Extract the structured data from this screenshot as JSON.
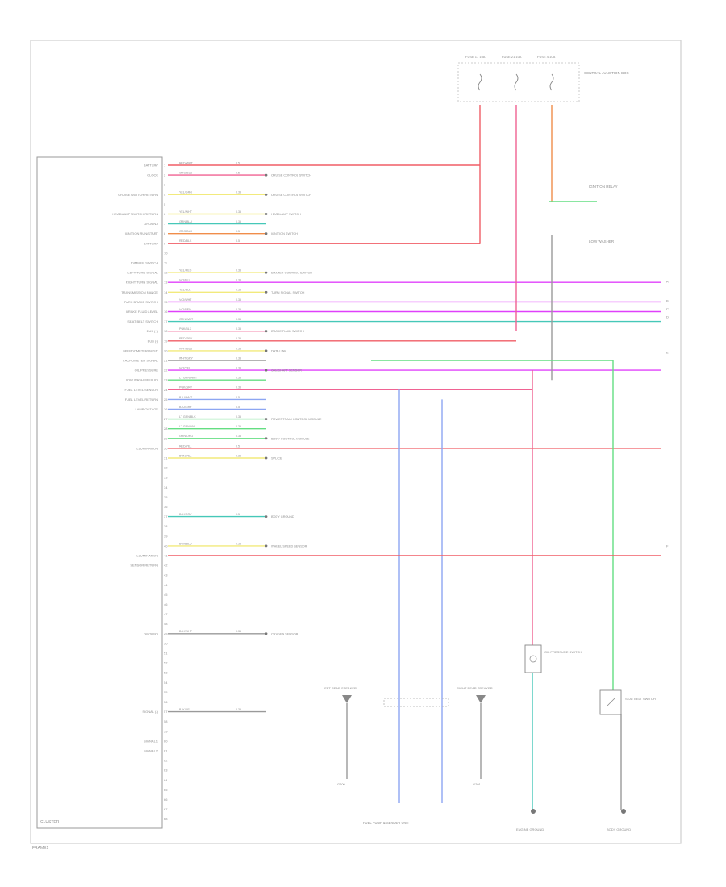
{
  "colors": {
    "border": "#cfcfcf",
    "text": "#8c8c8c",
    "red": "#f05d66",
    "pink": "#f06292",
    "yellow": "#f2ea7c",
    "magenta": "#e040fb",
    "teal": "#46c8b8",
    "orange": "#f08d4a",
    "green": "#64de82",
    "blue": "#8da6f2",
    "gray": "#9a9a9a"
  },
  "module": {
    "title": "CLUSTER",
    "footer_ref": "FRAME1"
  },
  "pins": [
    {
      "n": "1",
      "label": "BATTERY"
    },
    {
      "n": "2",
      "label": "CLOCK"
    },
    {
      "n": "3",
      "label": ""
    },
    {
      "n": "4",
      "label": "CRUISE SWITCH RETURN"
    },
    {
      "n": "5",
      "label": ""
    },
    {
      "n": "6",
      "label": "HEADLAMP SWITCH RETURN"
    },
    {
      "n": "7",
      "label": "GROUND"
    },
    {
      "n": "8",
      "label": "IGNITION RUN/START"
    },
    {
      "n": "9",
      "label": "BATTERY"
    },
    {
      "n": "10",
      "label": ""
    },
    {
      "n": "11",
      "label": "DIMMER SWITCH"
    },
    {
      "n": "12",
      "label": "LEFT TURN SIGNAL"
    },
    {
      "n": "13",
      "label": "RIGHT TURN SIGNAL"
    },
    {
      "n": "14",
      "label": "TRANSMISSION RANGE"
    },
    {
      "n": "15",
      "label": "PARK BRAKE SWITCH"
    },
    {
      "n": "16",
      "label": "BRAKE FLUID LEVEL"
    },
    {
      "n": "17",
      "label": "SEAT BELT SWITCH"
    },
    {
      "n": "18",
      "label": "BUS (+)"
    },
    {
      "n": "19",
      "label": "BUS (-)"
    },
    {
      "n": "20",
      "label": "SPEEDOMETER INPUT"
    },
    {
      "n": "21",
      "label": "TACHOMETER SIGNAL"
    },
    {
      "n": "22",
      "label": "OIL PRESSURE"
    },
    {
      "n": "23",
      "label": "LOW WASHER FLUID"
    },
    {
      "n": "24",
      "label": "FUEL LEVEL SENSOR"
    },
    {
      "n": "25",
      "label": "FUEL LEVEL RETURN"
    },
    {
      "n": "26",
      "label": "LAMP OUTAGE"
    },
    {
      "n": "27",
      "label": ""
    },
    {
      "n": "28",
      "label": ""
    },
    {
      "n": "29",
      "label": ""
    },
    {
      "n": "30",
      "label": "ILLUMINATION"
    },
    {
      "n": "31",
      "label": ""
    },
    {
      "n": "32",
      "label": ""
    },
    {
      "n": "33",
      "label": ""
    },
    {
      "n": "34",
      "label": ""
    },
    {
      "n": "35",
      "label": ""
    },
    {
      "n": "36",
      "label": ""
    },
    {
      "n": "37",
      "label": ""
    },
    {
      "n": "38",
      "label": ""
    },
    {
      "n": "39",
      "label": ""
    },
    {
      "n": "40",
      "label": ""
    },
    {
      "n": "41",
      "label": "ILLUMINATION"
    },
    {
      "n": "42",
      "label": "SENSOR RETURN"
    },
    {
      "n": "43",
      "label": ""
    },
    {
      "n": "44",
      "label": ""
    },
    {
      "n": "45",
      "label": ""
    },
    {
      "n": "46",
      "label": ""
    },
    {
      "n": "47",
      "label": ""
    },
    {
      "n": "48",
      "label": ""
    },
    {
      "n": "49",
      "label": "GROUND"
    },
    {
      "n": "50",
      "label": ""
    },
    {
      "n": "51",
      "label": ""
    },
    {
      "n": "52",
      "label": ""
    },
    {
      "n": "53",
      "label": ""
    },
    {
      "n": "54",
      "label": ""
    },
    {
      "n": "55",
      "label": ""
    },
    {
      "n": "56",
      "label": ""
    },
    {
      "n": "57",
      "label": "SIGNAL (-)"
    },
    {
      "n": "58",
      "label": ""
    },
    {
      "n": "59",
      "label": ""
    },
    {
      "n": "60",
      "label": "SIGNAL 1"
    },
    {
      "n": "61",
      "label": "SIGNAL 2"
    },
    {
      "n": "62",
      "label": ""
    },
    {
      "n": "63",
      "label": ""
    },
    {
      "n": "64",
      "label": ""
    },
    {
      "n": "65",
      "label": ""
    },
    {
      "n": "66",
      "label": ""
    },
    {
      "n": "67",
      "label": ""
    },
    {
      "n": "68",
      "label": ""
    }
  ],
  "wires": [
    {
      "color": "red",
      "code": "RED/WHT",
      "gauge": "0.5",
      "dest": ""
    },
    {
      "color": "pink",
      "code": "ORG/BLU",
      "gauge": "0.5",
      "dest": "CRUISE CONTROL SWITCH"
    },
    {
      "color": "yellow",
      "code": "YEL/GRN",
      "gauge": "0.35",
      "dest": "CRUISE CONTROL SWITCH"
    },
    {
      "color": "yellow",
      "code": "YEL/WHT",
      "gauge": "0.35",
      "dest": "HEADLAMP SWITCH"
    },
    {
      "color": "teal",
      "code": "GRN/BLU",
      "gauge": "0.35",
      "dest": ""
    },
    {
      "color": "orange",
      "code": "ORG/BLK",
      "gauge": "0.5",
      "dest": "IGNITION SWITCH"
    },
    {
      "color": "red",
      "code": "RED/BLK",
      "gauge": "0.5",
      "dest": ""
    },
    {
      "color": "yellow",
      "code": "YEL/RED",
      "gauge": "0.35",
      "dest": "DIMMER CONTROL SWITCH"
    },
    {
      "color": "magenta",
      "code": "VIO/BLU",
      "gauge": "0.35",
      "dest": ""
    },
    {
      "color": "yellow",
      "code": "YEL/BLK",
      "gauge": "0.35",
      "dest": "TURN SIGNAL SWITCH"
    },
    {
      "color": "magenta",
      "code": "VIO/WHT",
      "gauge": "0.35",
      "dest": ""
    },
    {
      "color": "magenta",
      "code": "VIO/RED",
      "gauge": "0.35",
      "dest": ""
    },
    {
      "color": "teal",
      "code": "GRN/WHT",
      "gauge": "0.35",
      "dest": ""
    },
    {
      "color": "pink",
      "code": "PNK/BLK",
      "gauge": "0.35",
      "dest": "BRAKE FLUID SWITCH"
    },
    {
      "color": "red",
      "code": "RED/GRY",
      "gauge": "0.35",
      "dest": ""
    },
    {
      "color": "yellow",
      "code": "WHT/BLU",
      "gauge": "0.35",
      "dest": "DATA LINK"
    },
    {
      "color": "gray",
      "code": "WHT/GRY",
      "gauge": "0.35",
      "dest": ""
    },
    {
      "color": "magenta",
      "code": "VIO/YEL",
      "gauge": "0.35",
      "dest": "CAMSHAFT SENSOR"
    },
    {
      "color": "green",
      "code": "LT GRN/WHT",
      "gauge": "0.35",
      "dest": ""
    },
    {
      "color": "pink",
      "code": "PNK/GRY",
      "gauge": "0.35",
      "dest": ""
    },
    {
      "color": "blue",
      "code": "BLU/WHT",
      "gauge": "0.5",
      "dest": ""
    },
    {
      "color": "blue",
      "code": "BLU/GRY",
      "gauge": "0.5",
      "dest": ""
    },
    {
      "color": "green",
      "code": "LT GRN/BLK",
      "gauge": "0.35",
      "dest": "POWERTRAIN CONTROL MODULE"
    },
    {
      "color": "green",
      "code": "LT GRN/VIO",
      "gauge": "0.35",
      "dest": ""
    },
    {
      "color": "green",
      "code": "GRN/ORG",
      "gauge": "0.35",
      "dest": "BODY CONTROL MODULE"
    },
    {
      "color": "red",
      "code": "RED/YEL",
      "gauge": "0.5",
      "dest": ""
    },
    {
      "color": "yellow",
      "code": "BRN/YEL",
      "gauge": "0.35",
      "dest": "SPLICE"
    },
    {
      "color": "teal",
      "code": "BLK/GRY",
      "gauge": "0.5",
      "dest": "BODY GROUND"
    },
    {
      "color": "yellow",
      "code": "BRN/BLU",
      "gauge": "0.35",
      "dest": "WHEEL SPEED SENSOR"
    },
    {
      "color": "gray",
      "code": "BLK/WHT",
      "gauge": "0.35",
      "dest": "OXYGEN SENSOR"
    },
    {
      "color": "gray",
      "code": "BLK/YEL",
      "gauge": "0.35",
      "dest": ""
    }
  ],
  "fuses": [
    {
      "label": "FUSE 17 10A"
    },
    {
      "label": "FUSE 21 10A"
    },
    {
      "label": "FUSE 4 10A"
    }
  ],
  "fusebox_label": "CENTRAL JUNCTION BOX",
  "components": {
    "right_top": "IGNITION RELAY",
    "right_mid": "LOW WASHER",
    "oil_switch": "OIL PRESSURE SWITCH",
    "seatbelt_switch": "SEAT BELT SWITCH",
    "fuel_pump": "FUEL PUMP & SENDER UNIT",
    "left_speaker": "LEFT REAR SPEAKER",
    "right_speaker": "RIGHT REAR SPEAKER",
    "ground_left": "G200",
    "ground_right": "G201",
    "ground_oil": "ENGINE GROUND",
    "ground_belt": "BODY GROUND"
  },
  "connector_labels": [
    "A",
    "B",
    "C",
    "D",
    "E",
    "F"
  ]
}
